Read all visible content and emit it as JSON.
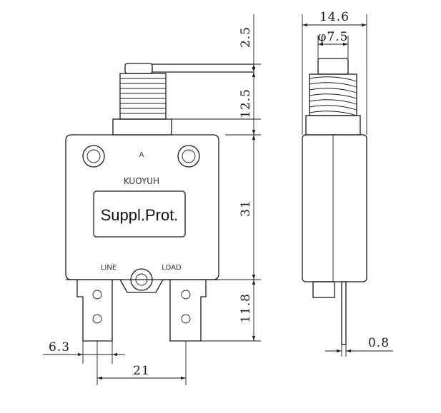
{
  "front_view": {
    "rating_letter": "A",
    "brand": "KUOYUH",
    "label": "Suppl.Prot.",
    "terminal_left": "LINE",
    "terminal_right": "LOAD"
  },
  "dimensions": {
    "button_travel": "2.5",
    "button_height": "12.5",
    "body_height": "31",
    "terminal_length": "11.8",
    "terminal_width": "6.3",
    "terminal_spacing": "21",
    "side_width": "14.6",
    "thread_diameter": "φ7.5",
    "terminal_thickness": "0.8"
  }
}
